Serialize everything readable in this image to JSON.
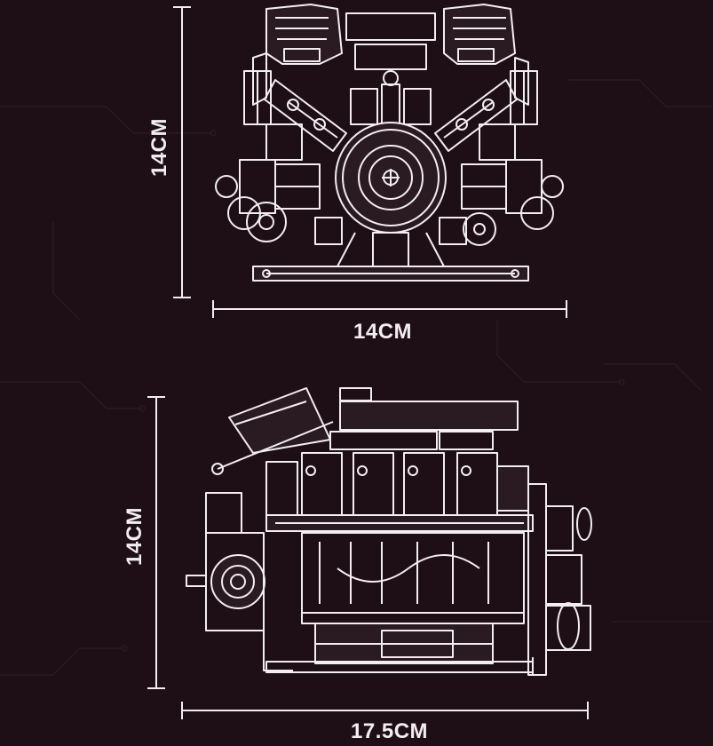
{
  "colors": {
    "background": "#1e0f16",
    "line": "#f2eef0",
    "fill_dark": "#2a1a22"
  },
  "front_view": {
    "height_label": "14CM",
    "width_label": "14CM"
  },
  "side_view": {
    "height_label": "14CM",
    "width_label": "17.5CM"
  }
}
